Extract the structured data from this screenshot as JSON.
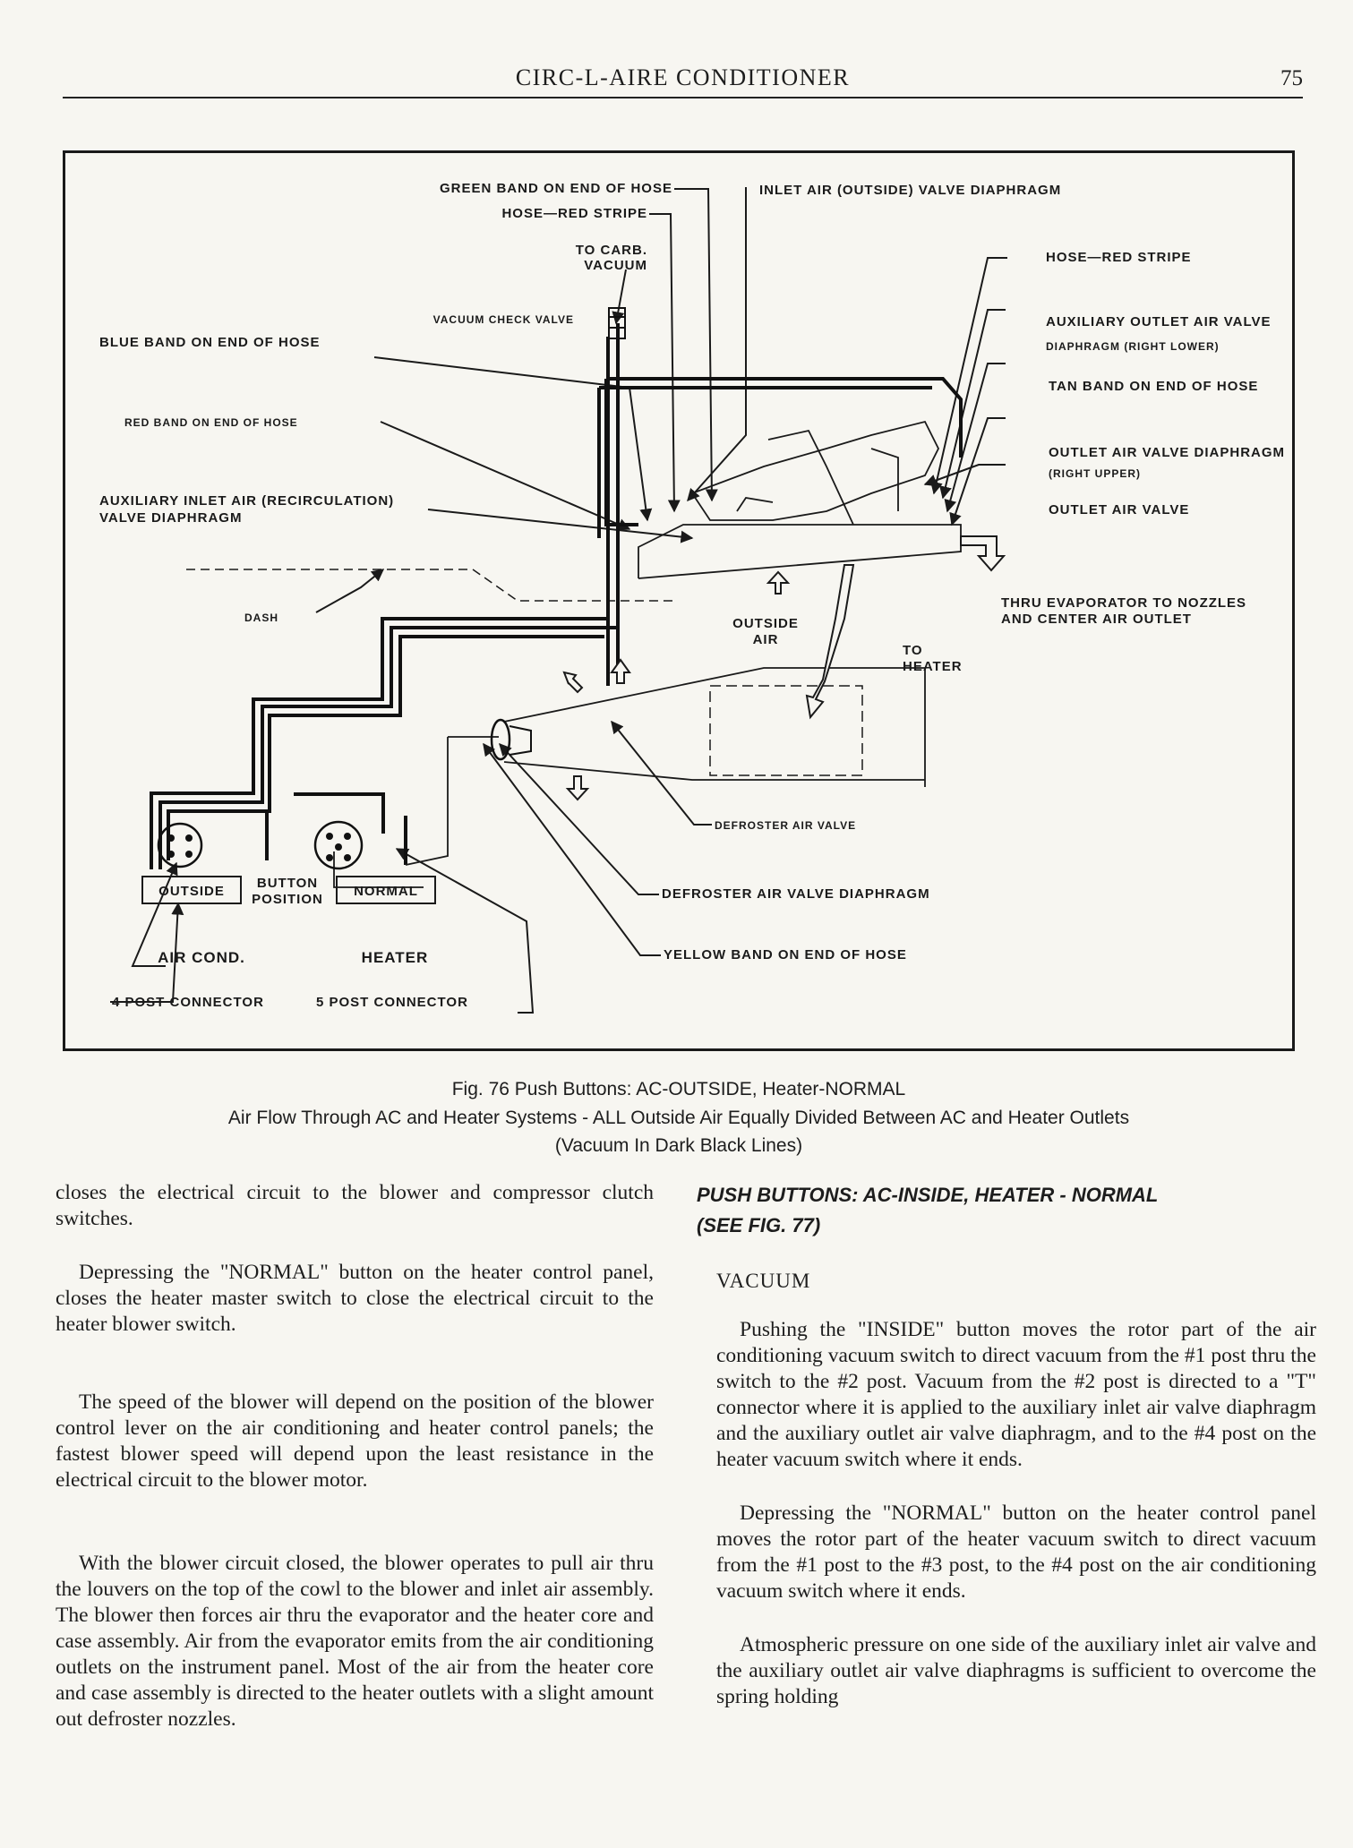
{
  "header": {
    "title": "CIRC-L-AIRE CONDITIONER",
    "page_number": "75"
  },
  "diagram": {
    "labels": {
      "green_band": "GREEN BAND ON END OF HOSE",
      "hose_red_stripe_top": "HOSE—RED STRIPE",
      "to_carb_1": "TO CARB.",
      "to_carb_2": "VACUUM",
      "inlet_air_valve": "INLET AIR (OUTSIDE) VALVE DIAPHRAGM",
      "hose_red_stripe_right": "HOSE—RED STRIPE",
      "vacuum_check_valve": "VACUUM CHECK VALVE",
      "blue_band": "BLUE BAND ON END OF HOSE",
      "aux_outlet_1": "AUXILIARY OUTLET AIR VALVE",
      "aux_outlet_2": "DIAPHRAGM (RIGHT LOWER)",
      "tan_band": "TAN BAND ON END OF HOSE",
      "red_band": "RED BAND ON END OF HOSE",
      "outlet_diaphragm_1": "OUTLET AIR VALVE DIAPHRAGM",
      "outlet_diaphragm_2": "(RIGHT UPPER)",
      "aux_inlet_1": "AUXILIARY INLET AIR (RECIRCULATION)",
      "aux_inlet_2": "VALVE DIAPHRAGM",
      "outlet_air_valve": "OUTLET AIR VALVE",
      "thru_evap_1": "THRU EVAPORATOR TO NOZZLES",
      "thru_evap_2": "AND CENTER AIR OUTLET",
      "dash": "DASH",
      "outside_air_1": "OUTSIDE",
      "outside_air_2": "AIR",
      "to_heater_1": "TO",
      "to_heater_2": "HEATER",
      "defroster_valve": "DEFROSTER AIR VALVE",
      "button_position_1": "BUTTON",
      "button_position_2": "POSITION",
      "outside_button": "OUTSIDE",
      "normal_button": "NORMAL",
      "defroster_diaphragm": "DEFROSTER AIR VALVE DIAPHRAGM",
      "air_cond": "AIR COND.",
      "heater": "HEATER",
      "yellow_band": "YELLOW BAND ON END OF HOSE",
      "four_post": "4 POST CONNECTOR",
      "five_post": "5 POST CONNECTOR"
    }
  },
  "caption": {
    "line1": "Fig. 76  Push Buttons:   AC-OUTSIDE, Heater-NORMAL",
    "line2": "Air Flow Through AC and Heater Systems - ALL Outside Air Equally Divided Between AC and Heater Outlets",
    "line3": "(Vacuum In Dark Black Lines)"
  },
  "left_column": [
    "closes the electrical circuit to the blower and compressor clutch switches.",
    "Depressing the \"NORMAL\" button on the heater control panel, closes the heater master switch to close the electrical circuit to the heater blower switch.",
    "The speed of the blower will depend on the position of the blower control lever on the air conditioning and heater control panels; the fastest blower speed will depend upon the least resistance in the electrical circuit to the blower motor.",
    "With the blower circuit closed, the blower operates to pull air thru the louvers on the top of the cowl to the blower and inlet air assembly. The blower then forces air thru the evaporator and the heater core and case assembly. Air from the evaporator emits from the air conditioning outlets on the instrument panel. Most of the air from the heater core and case assembly is directed to the heater outlets with a slight amount out defroster nozzles."
  ],
  "right_column": {
    "heading_line1": "PUSH BUTTONS:  AC-INSIDE, HEATER - NORMAL",
    "heading_line2": "(SEE FIG. 77)",
    "subheading": "VACUUM",
    "paragraphs": [
      "Pushing the \"INSIDE\" button moves the rotor part of the air conditioning vacuum switch to direct vacuum from the #1 post thru the switch to the #2 post. Vacuum from the #2 post is directed to a \"T\" connector where it is applied to the auxiliary inlet air valve diaphragm and the auxiliary outlet air valve diaphragm, and to the #4 post on the heater vacuum switch where it ends.",
      "Depressing the \"NORMAL\" button on the heater control panel moves the rotor part of the heater vacuum switch to direct vacuum from the #1 post to the #3 post, to the #4 post on the air conditioning vacuum switch where it ends.",
      "Atmospheric pressure on one side of the auxiliary inlet air valve and the auxiliary outlet air valve diaphragms is sufficient to overcome the spring holding"
    ]
  }
}
